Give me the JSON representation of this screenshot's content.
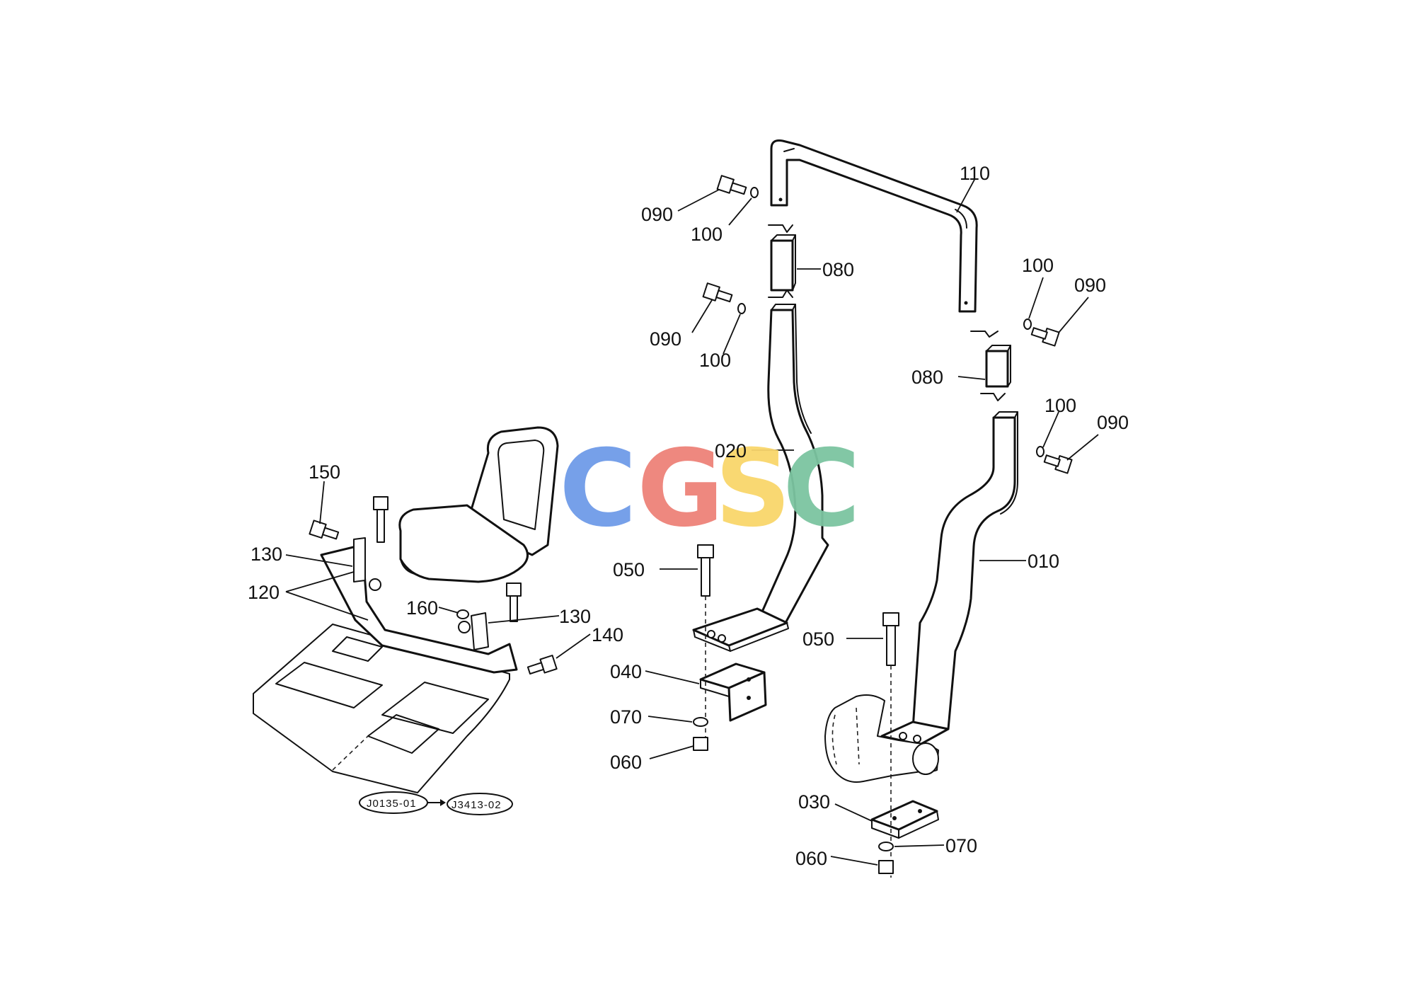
{
  "watermark": {
    "letters": [
      "C",
      "G",
      "S",
      "C"
    ],
    "colors": [
      "#6f9be8",
      "#ee8279",
      "#f9d66b",
      "#7cc5a1"
    ]
  },
  "callouts": [
    "110",
    "090",
    "100",
    "080",
    "090",
    "100",
    "100",
    "090",
    "080",
    "100",
    "090",
    "020",
    "010",
    "050",
    "050",
    "040",
    "070",
    "060",
    "030",
    "070",
    "060",
    "150",
    "130",
    "120",
    "160",
    "130",
    "140"
  ],
  "references": [
    "J0135-01",
    "J3413-02"
  ]
}
